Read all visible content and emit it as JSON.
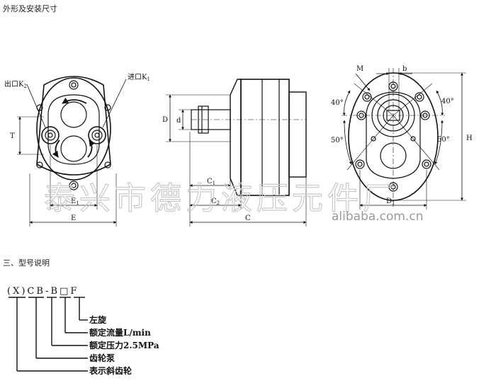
{
  "headings": {
    "dimensions": "外形及安装尺寸",
    "model": "三、型号说明"
  },
  "labels": {
    "outlet": "出口K",
    "outlet_sub": "2",
    "inlet": "进口K",
    "inlet_sub": "1",
    "T": "T",
    "E": "E",
    "E1": "E",
    "E1_sub": "1",
    "D": "D",
    "d": "d",
    "C": "C",
    "C1": "C",
    "C1_sub": "1",
    "C2": "C",
    "C2_sub": "2",
    "M": "M",
    "b": "b",
    "H": "H",
    "D1": "D",
    "D1_sub": "1",
    "angle_tl": "40°",
    "angle_tr": "40°",
    "angle_bl": "50°",
    "angle_br": "50°"
  },
  "watermark": {
    "company": "泰兴市德力液压元件厂",
    "site": "alibaba.com.cn"
  },
  "model_code": "(X)CB-B□F",
  "legend": [
    "左旋",
    "额定流量L/min",
    "额定压力2.5MPa",
    "齿轮泵",
    "表示斜齿轮"
  ]
}
